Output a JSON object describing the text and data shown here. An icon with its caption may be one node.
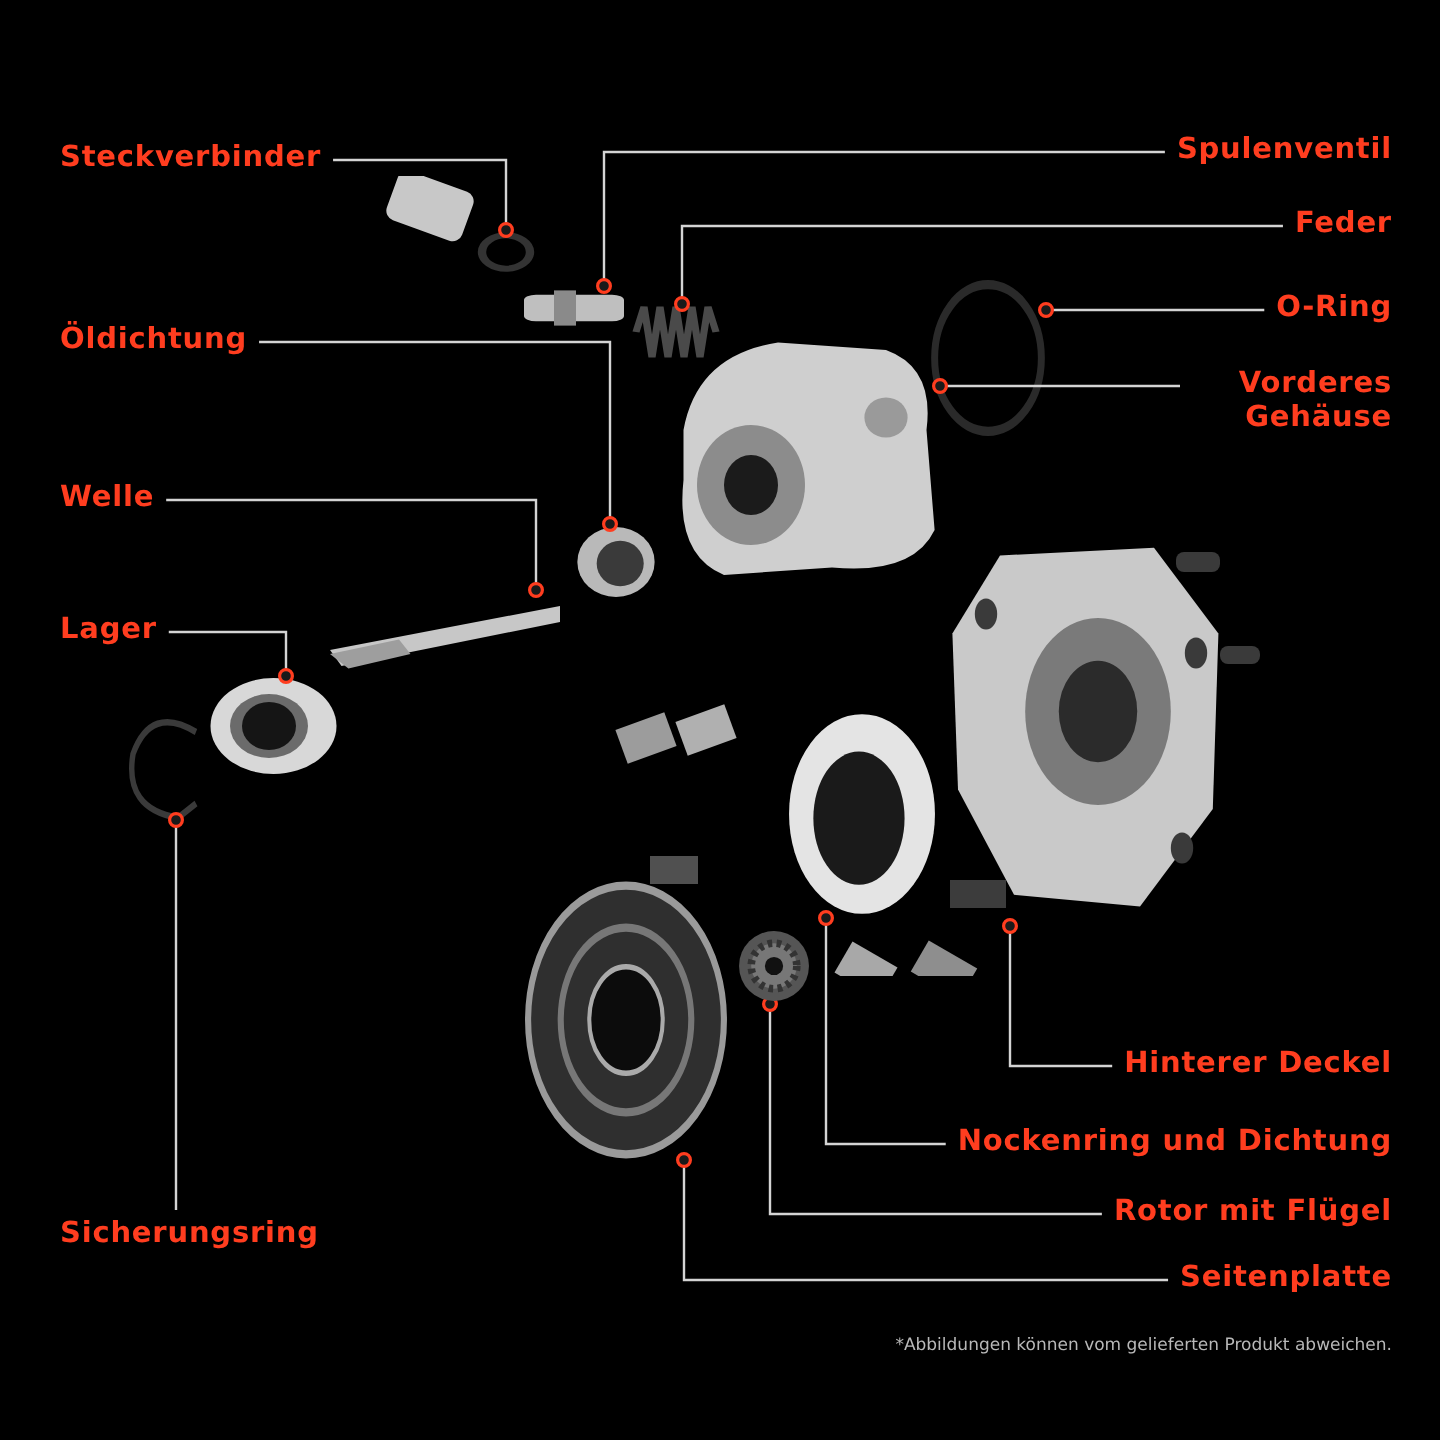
{
  "diagram": {
    "nodes": [
      {
        "text": [
          "Steckverbinder"
        ]
      },
      {
        "text": [
          "Spulenventil"
        ]
      },
      {
        "text": [
          "Feder"
        ]
      },
      {
        "text": [
          "O-Ring"
        ]
      },
      {
        "text": [
          "Vorderes Gehäuse"
        ]
      },
      {
        "text": [
          "Öldichtung"
        ]
      },
      {
        "text": [
          "Welle"
        ]
      },
      {
        "text": [
          "Lager"
        ]
      },
      {
        "text": [
          "Sicherungsring"
        ]
      },
      {
        "text": [
          "Hinterer Deckel"
        ]
      },
      {
        "text": [
          "Nockenring und Dichtung"
        ]
      },
      {
        "text": [
          "Rotor mit Flügel"
        ]
      },
      {
        "text": [
          "Seitenplatte"
        ]
      },
      {
        "text": [],
        "shape": "circle"
      },
      {
        "text": [],
        "shape": "cylinder"
      },
      {
        "text": [],
        "shape": "picture"
      },
      {
        "text": [],
        "shape": "picture"
      },
      {
        "text": [],
        "shape": "picture"
      },
      {
        "text": [],
        "shape": "picture"
      },
      {
        "text": [],
        "shape": "picture"
      },
      {
        "text": [],
        "shape": "picture"
      },
      {
        "text": [],
        "shape": "picture"
      },
      {
        "text": [],
        "shape": "picture"
      },
      {
        "text": [],
        "shape": "picture"
      },
      {
        "text": [],
        "shape": "picture"
      },
      {
        "text": [],
        "shape": "picture"
      }
    ],
    "edges": [
      {
        "from": 0,
        "to": 13,
        "arrow": "other"
      },
      {
        "from": 1,
        "to": 14,
        "arrow": "other"
      },
      {
        "from": 2,
        "to": 15,
        "arrow": "other"
      },
      {
        "from": 3,
        "to": 16,
        "arrow": "other"
      },
      {
        "from": 4,
        "to": 17,
        "arrow": "other"
      },
      {
        "from": 5,
        "to": 18,
        "arrow": "other"
      },
      {
        "from": 6,
        "to": 19,
        "arrow": "other"
      },
      {
        "from": 7,
        "to": 20,
        "arrow": "other"
      },
      {
        "from": 8,
        "to": 21,
        "arrow": "other"
      },
      {
        "from": 9,
        "to": 22,
        "arrow": "other"
      },
      {
        "from": 10,
        "to": 23,
        "arrow": "other"
      },
      {
        "from": 11,
        "to": 24,
        "arrow": "other"
      },
      {
        "from": 12,
        "to": 25,
        "arrow": "other"
      }
    ],
    "labels": [
      "*Abbildungen können vom gelieferten Produkt abweichen."
    ]
  }
}
